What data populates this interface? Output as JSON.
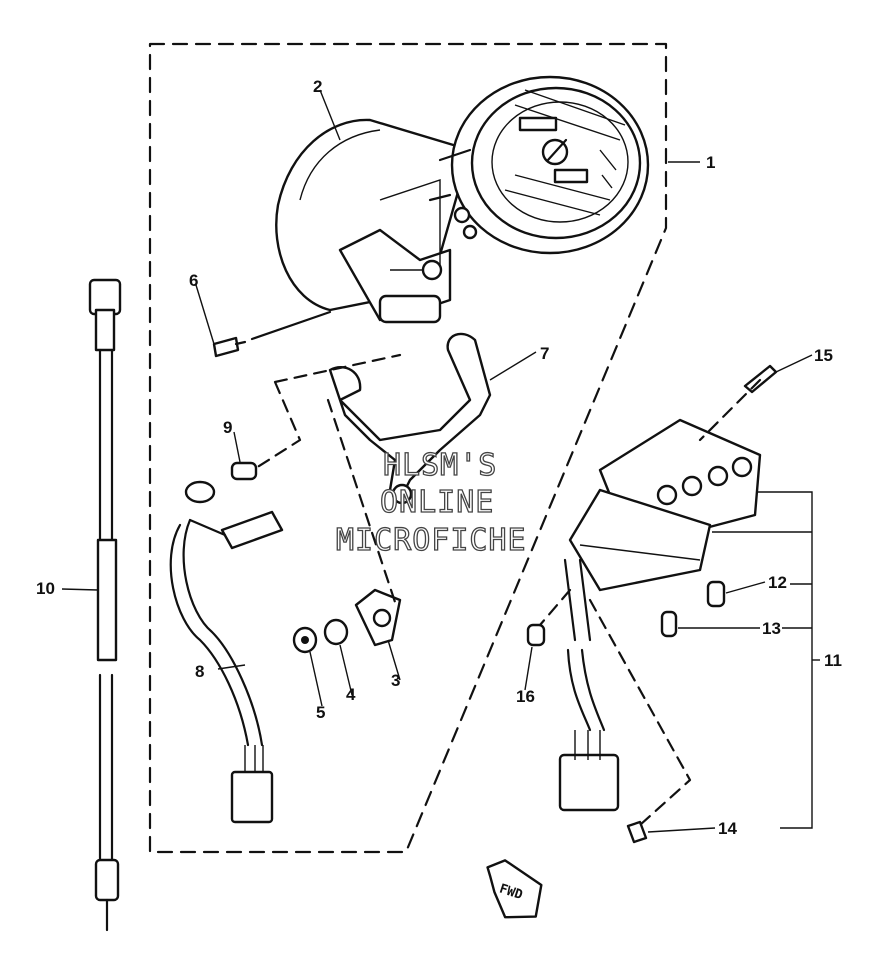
{
  "diagram": {
    "callouts": {
      "c1": "1",
      "c2": "2",
      "c3": "3",
      "c4": "4",
      "c5": "5",
      "c6": "6",
      "c7": "7",
      "c8": "8",
      "c9": "9",
      "c10": "10",
      "c11": "11",
      "c12": "12",
      "c13": "13",
      "c14": "14",
      "c15": "15",
      "c16": "16"
    },
    "direction_marker": "FWD"
  },
  "watermark": {
    "line1": "HLSM'S",
    "line2": "ONLINE",
    "line3": "MICROFICHE"
  }
}
